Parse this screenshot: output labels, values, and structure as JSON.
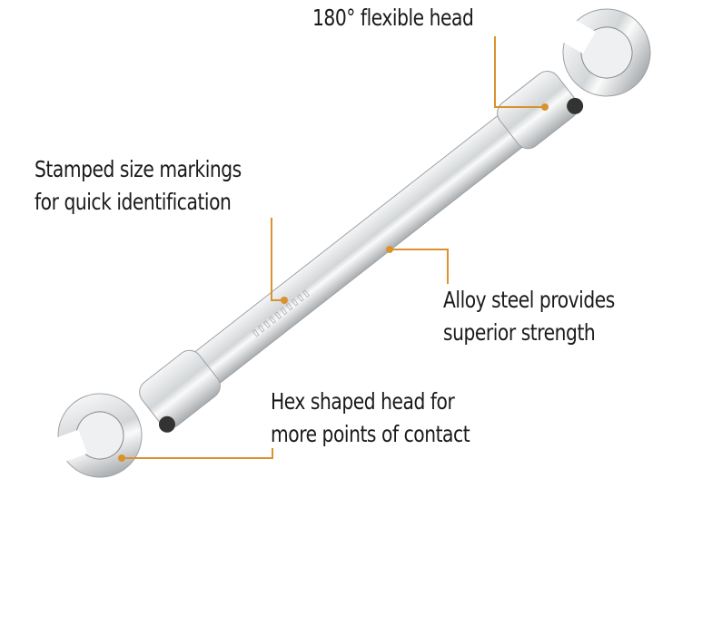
{
  "callouts": [
    {
      "lines": [
        "180° flexible head"
      ]
    },
    {
      "lines": [
        "Stamped size markings",
        "for quick identification"
      ]
    },
    {
      "lines": [
        "Alloy steel provides",
        "superior strength"
      ]
    },
    {
      "lines": [
        "Hex shaped head for",
        "more points of contact"
      ]
    }
  ],
  "colors": {
    "callout_line": "#d9922e",
    "text": "#1a1a1a",
    "steel": "#d8dadc"
  }
}
